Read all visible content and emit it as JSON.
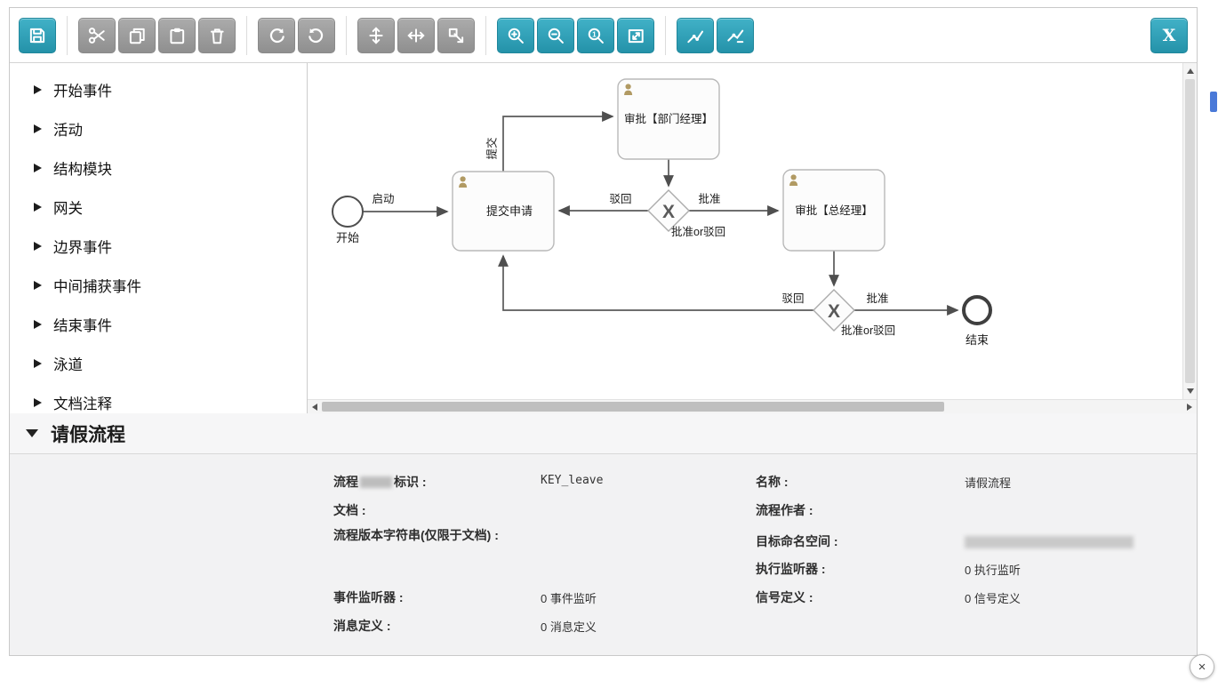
{
  "toolbar": {
    "buttons": [
      {
        "name": "save"
      },
      {
        "name": "cut"
      },
      {
        "name": "copy"
      },
      {
        "name": "paste"
      },
      {
        "name": "delete"
      },
      {
        "name": "redo"
      },
      {
        "name": "undo"
      },
      {
        "name": "align-middle"
      },
      {
        "name": "align-center"
      },
      {
        "name": "resize"
      },
      {
        "name": "zoom-in"
      },
      {
        "name": "zoom-out"
      },
      {
        "name": "zoom-actual"
      },
      {
        "name": "zoom-fit"
      },
      {
        "name": "add-bendpoint"
      },
      {
        "name": "remove-bendpoint"
      },
      {
        "name": "close"
      }
    ],
    "close_label": "X"
  },
  "palette": {
    "items": [
      {
        "label": "开始事件"
      },
      {
        "label": "活动"
      },
      {
        "label": "结构模块"
      },
      {
        "label": "网关"
      },
      {
        "label": "边界事件"
      },
      {
        "label": "中间捕获事件"
      },
      {
        "label": "结束事件"
      },
      {
        "label": "泳道"
      },
      {
        "label": "文档注释"
      }
    ]
  },
  "diagram": {
    "nodes": {
      "start": {
        "label": "开始"
      },
      "submit": {
        "label": "提交申请"
      },
      "approve_dept": {
        "label": "审批【部门经理】"
      },
      "gateway_dept": {
        "mark": "X",
        "caption": "批准or驳回"
      },
      "approve_gm": {
        "label": "审批【总经理】"
      },
      "gateway_gm": {
        "mark": "X",
        "caption": "批准or驳回"
      },
      "end": {
        "label": "结束"
      }
    },
    "edges": {
      "start_to_submit": {
        "label": "启动"
      },
      "submit_to_dept": {
        "label": "提交"
      },
      "dept_reject": {
        "label": "驳回"
      },
      "dept_approve": {
        "label": "批准"
      },
      "gm_reject": {
        "label": "驳回"
      },
      "gm_approve": {
        "label": "批准"
      }
    }
  },
  "properties": {
    "title": "请假流程",
    "left": [
      {
        "prefix": "流程",
        "suffix": "标识 :",
        "value": "KEY_leave"
      },
      {
        "label": "文档 :",
        "value": ""
      },
      {
        "label": "流程版本字符串(仅限于文档) :",
        "value": ""
      },
      {
        "label": "事件监听器 :",
        "value": "0 事件监听"
      },
      {
        "label": "消息定义 :",
        "value": "0 消息定义"
      }
    ],
    "right": [
      {
        "label": "名称 :",
        "value": "请假流程"
      },
      {
        "label": "流程作者 :",
        "value": ""
      },
      {
        "label": "目标命名空间 :",
        "value": ""
      },
      {
        "label": "执行监听器 :",
        "value": "0 执行监听"
      },
      {
        "label": "信号定义 :",
        "value": "0 信号定义"
      }
    ]
  },
  "ui": {
    "close_glyph": "×"
  }
}
